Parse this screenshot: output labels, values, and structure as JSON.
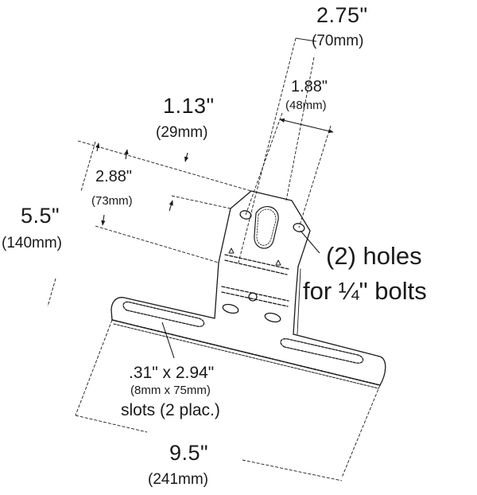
{
  "diagram": {
    "subject": "License plate mounting bracket (angled) dimension drawing",
    "line_color": "#1a1a1a",
    "background": "#ffffff"
  },
  "dimensions": {
    "overall_height": {
      "in": "5.5\"",
      "mm": "(140mm)"
    },
    "upper_tab_height": {
      "in": "2.88\"",
      "mm": "(73mm)"
    },
    "tab_top_offset": {
      "in": "1.13\"",
      "mm": "(29mm)"
    },
    "tab_width": {
      "in": "2.75\"",
      "mm": "(70mm)"
    },
    "hole_spacing": {
      "in": "1.88\"",
      "mm": "(48mm)"
    },
    "overall_width": {
      "in": "9.5\"",
      "mm": "(241mm)"
    }
  },
  "callouts": {
    "holes": {
      "line1": "(2) holes",
      "line2": "for ¼\" bolts"
    },
    "slots": {
      "line1": ".31\" x 2.94\"",
      "line2": "(8mm x 75mm)",
      "line3": "slots (2 plac.)"
    }
  }
}
